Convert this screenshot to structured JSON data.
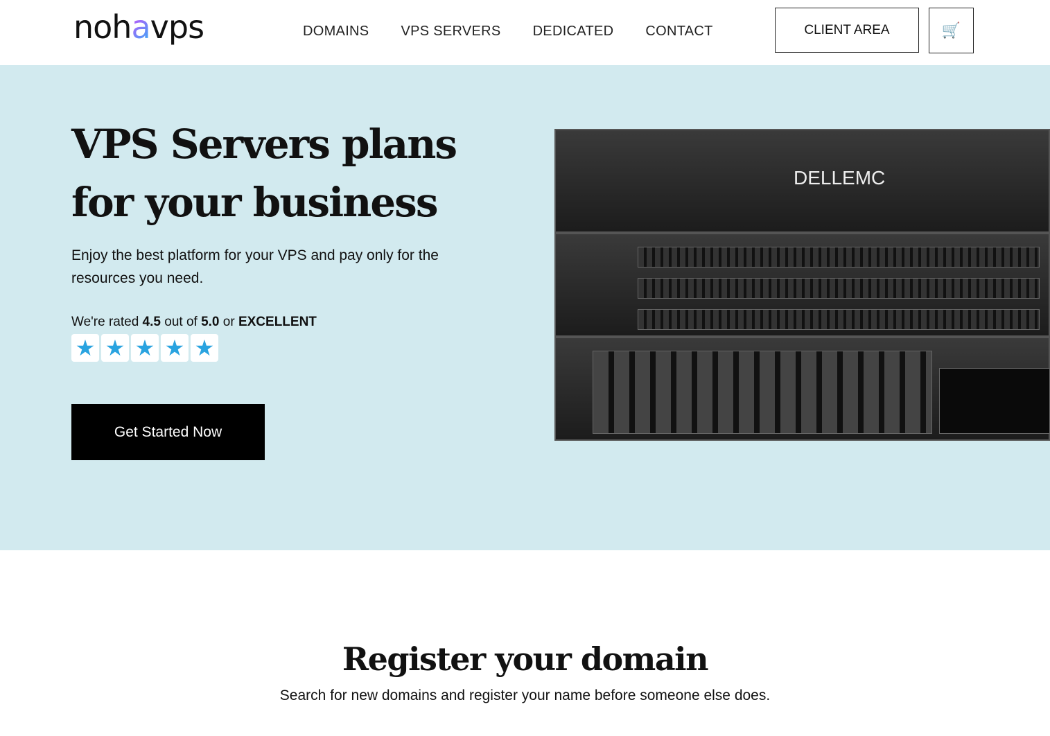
{
  "header": {
    "logo": {
      "pre": "noh",
      "accent": "a",
      "post": "vps"
    },
    "nav": [
      "DOMAINS",
      "VPS SERVERS",
      "DEDICATED",
      "CONTACT"
    ],
    "client_area": "CLIENT AREA",
    "cart_icon": "shopping-cart-icon"
  },
  "hero": {
    "title": "VPS Servers plans for your business",
    "subtitle": "Enjoy the best platform for your VPS and pay only for the resources you need.",
    "rating": {
      "prefix": "We're rated ",
      "score": "4.5",
      "mid": " out of ",
      "max": "5.0",
      "or": " or ",
      "label": "EXCELLENT",
      "stars": 5,
      "star_color": "#29a3e0"
    },
    "cta": "Get Started Now",
    "image_brand": "DELLEMC",
    "background": "#d2eaef"
  },
  "domain": {
    "title": "Register your domain",
    "subtitle": "Search for new domains and register your name before someone else does."
  }
}
